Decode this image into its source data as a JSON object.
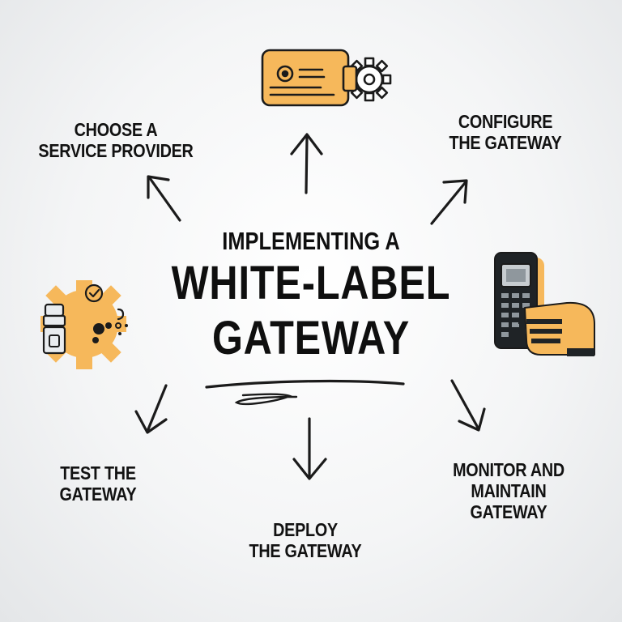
{
  "title": {
    "subtitle": "IMPLEMENTING A",
    "line1": "WHITE-LABEL",
    "line2": "GATEWAY"
  },
  "steps": [
    {
      "id": "choose",
      "line1": "CHOOSE A",
      "line2": "SERVICE PROVIDER"
    },
    {
      "id": "configure",
      "line1": "CONFIGURE",
      "line2": "THE GATEWAY"
    },
    {
      "id": "monitor",
      "line1": "MONITOR AND",
      "line2": "MAINTAIN",
      "line3": "GATEWAY"
    },
    {
      "id": "deploy",
      "line1": "DEPLOY",
      "line2": "THE GATEWAY"
    },
    {
      "id": "test",
      "line1": "TEST THE",
      "line2": "GATEWAY"
    }
  ],
  "icons": {
    "top": "id-card-gear-icon",
    "right": "server-hand-icon",
    "left": "cog-gears-icon"
  },
  "colors": {
    "accent": "#f6b85b",
    "ink": "#1a1a1a",
    "background": "#f2f3f4"
  }
}
